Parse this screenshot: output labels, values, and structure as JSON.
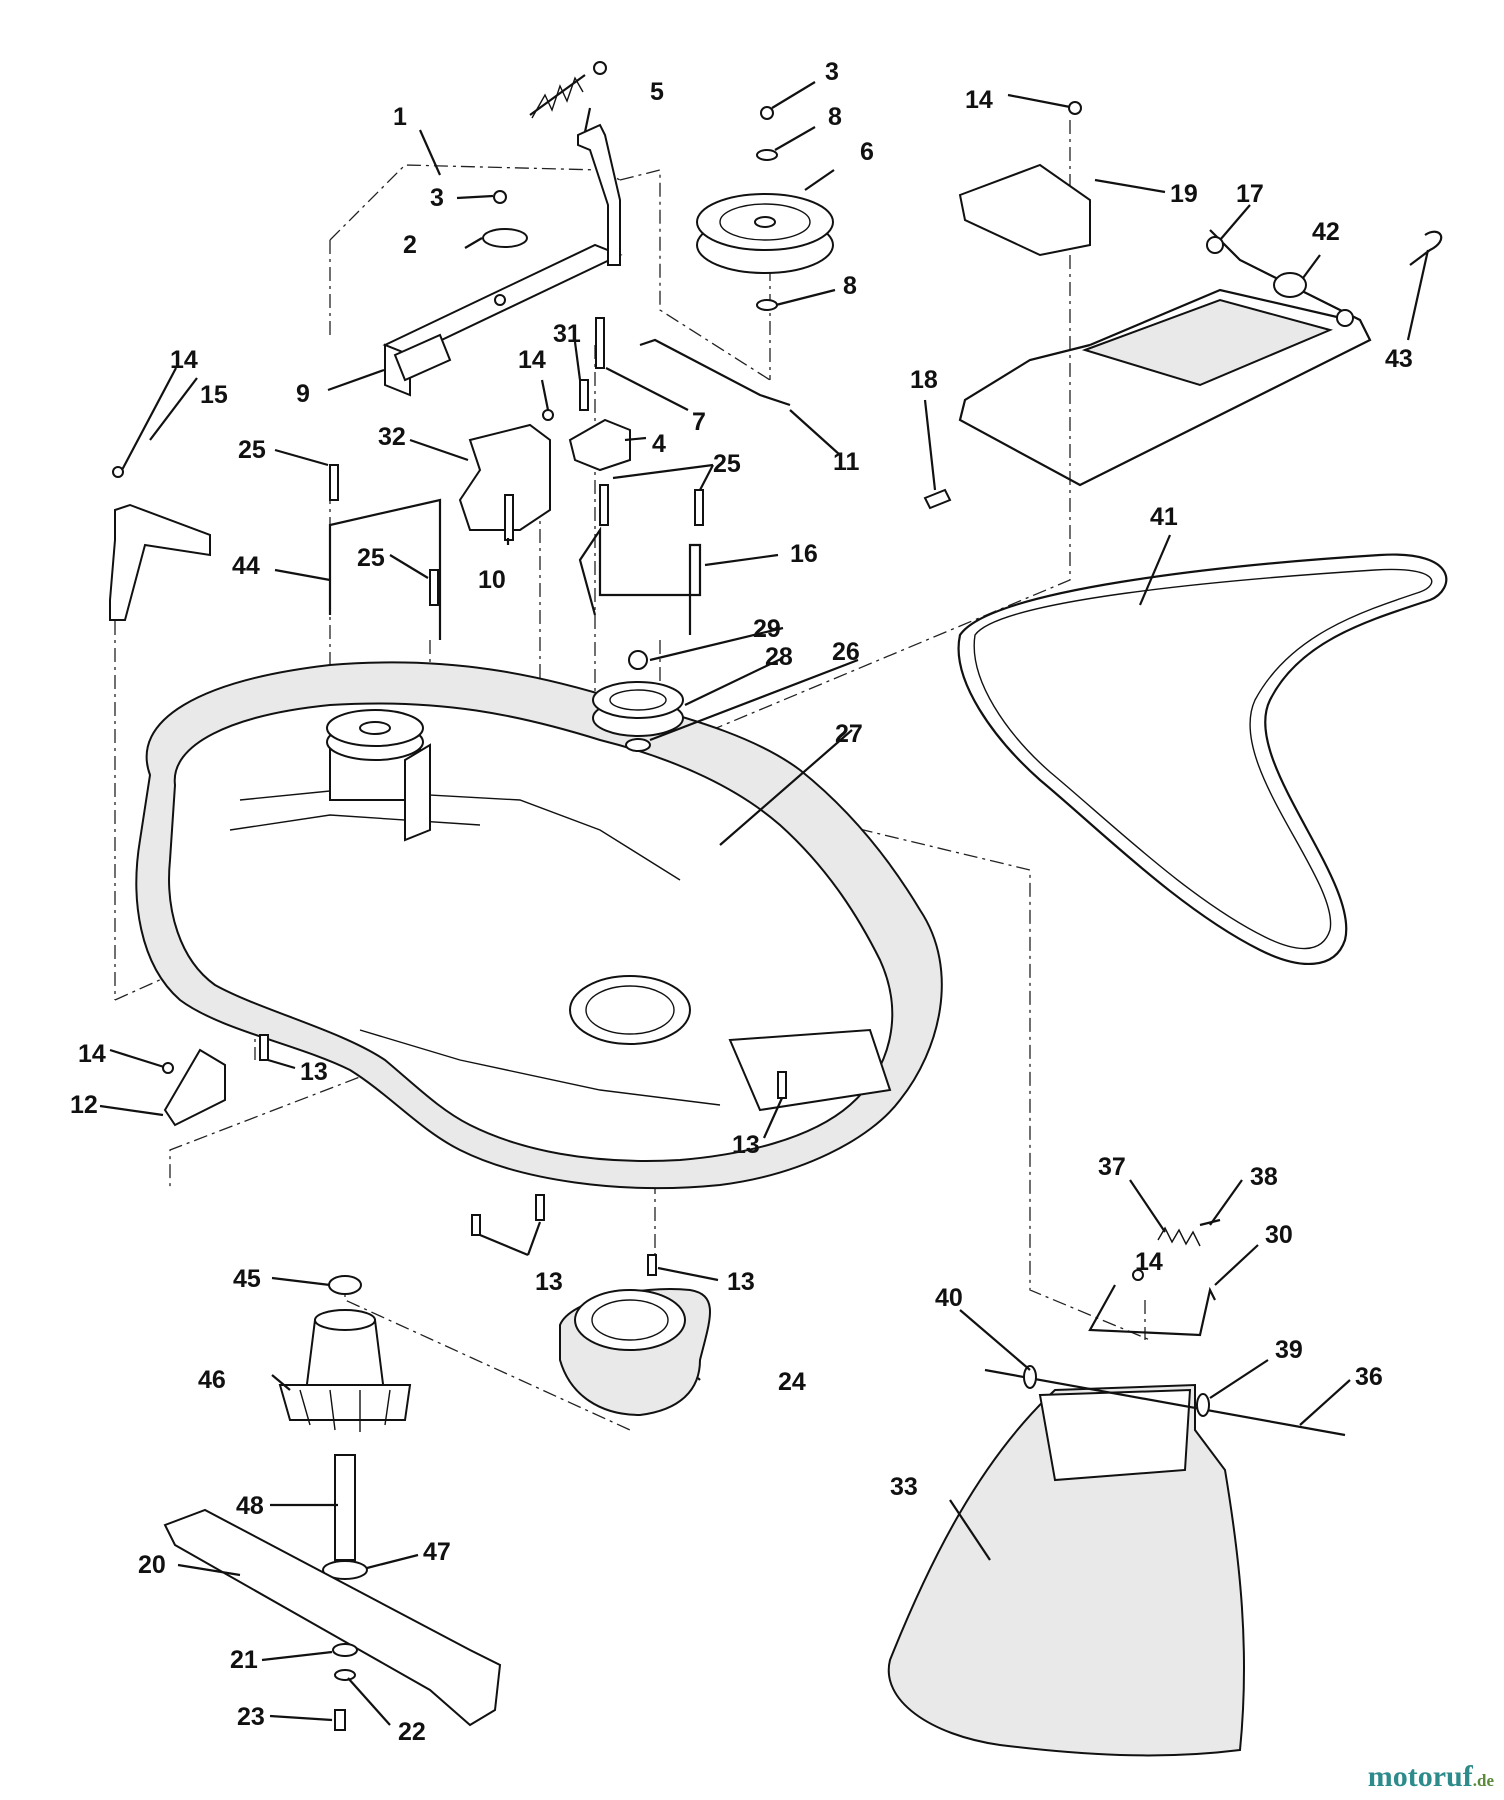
{
  "labels": {
    "l1": "1",
    "l2": "2",
    "l3a": "3",
    "l3b": "3",
    "l4": "4",
    "l5": "5",
    "l6": "6",
    "l7": "7",
    "l8a": "8",
    "l8b": "8",
    "l9": "9",
    "l10": "10",
    "l11": "11",
    "l12": "12",
    "l13a": "13",
    "l13b": "13",
    "l13c": "13",
    "l13d": "13",
    "l14a": "14",
    "l14b": "14",
    "l14c": "14",
    "l14d": "14",
    "l14e": "14",
    "l15": "15",
    "l16": "16",
    "l17": "17",
    "l18": "18",
    "l19": "19",
    "l20": "20",
    "l21": "21",
    "l22": "22",
    "l23": "23",
    "l24": "24",
    "l25a": "25",
    "l25b": "25",
    "l25c": "25",
    "l26": "26",
    "l27": "27",
    "l28": "28",
    "l29": "29",
    "l30": "30",
    "l31": "31",
    "l32": "32",
    "l33": "33",
    "l36": "36",
    "l37": "37",
    "l38": "38",
    "l39": "39",
    "l40": "40",
    "l41": "41",
    "l42": "42",
    "l43": "43",
    "l44": "44",
    "l45": "45",
    "l46": "46",
    "l47": "47",
    "l48": "48"
  },
  "watermark": {
    "name": "motoruf",
    "tld": ".de"
  }
}
